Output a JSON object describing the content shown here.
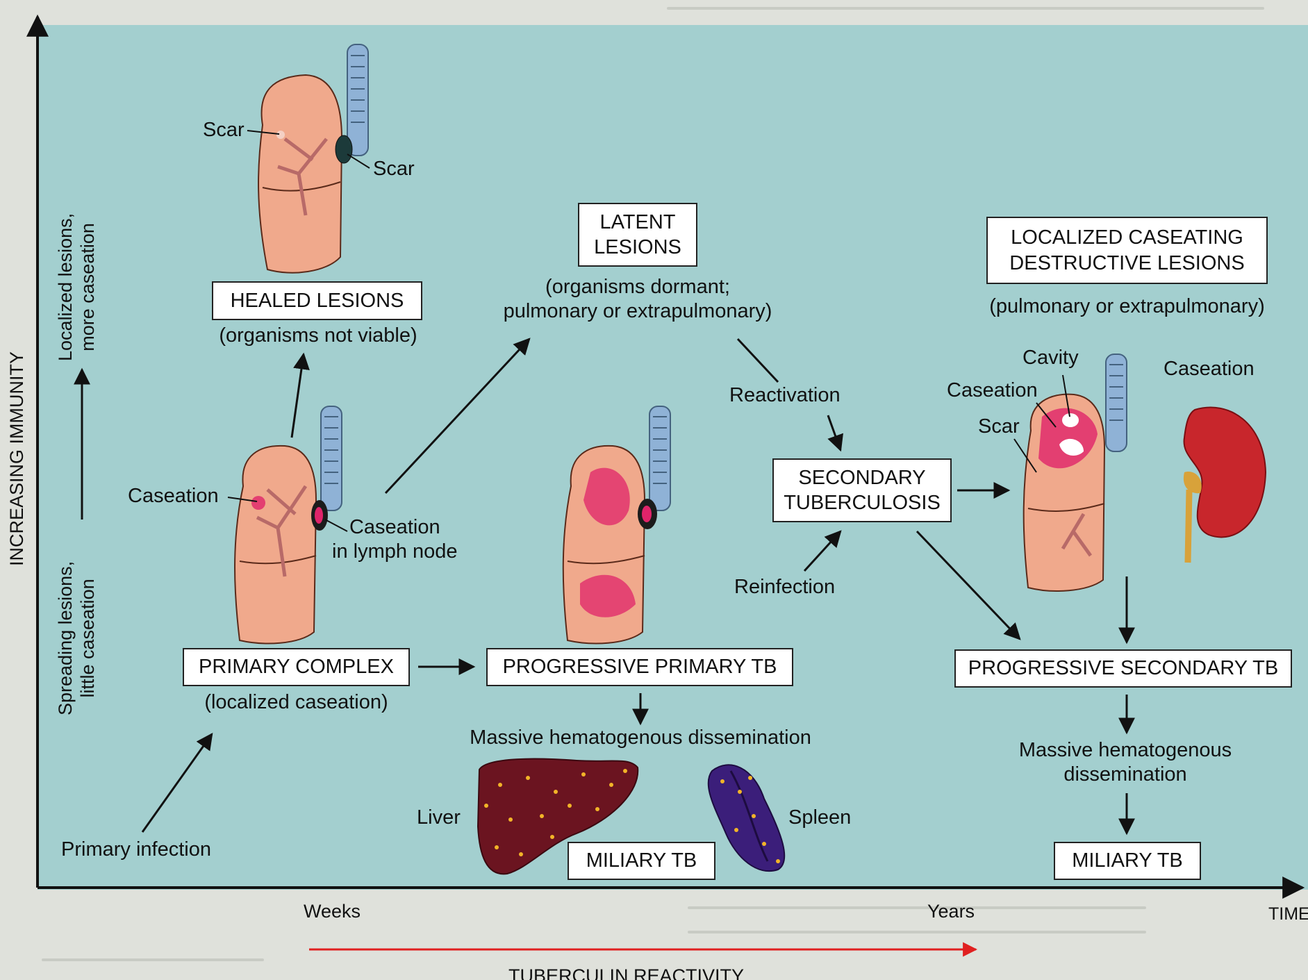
{
  "axes": {
    "y_label": "INCREASING IMMUNITY",
    "y_upper": [
      "Localized lesions,",
      "more caseation"
    ],
    "y_lower": [
      "Spreading lesions,",
      "little caseation"
    ],
    "x_label": "TIME",
    "x_tick_weeks": "Weeks",
    "x_tick_years": "Years",
    "tuberculin": "TUBERCULIN REACTIVITY"
  },
  "boxes": {
    "healed": "HEALED LESIONS",
    "latent_1": "LATENT",
    "latent_2": "LESIONS",
    "primary_complex": "PRIMARY COMPLEX",
    "progressive_primary": "PROGRESSIVE PRIMARY TB",
    "secondary_1": "SECONDARY",
    "secondary_2": "TUBERCULOSIS",
    "localized_1": "LOCALIZED CASEATING",
    "localized_2": "DESTRUCTIVE LESIONS",
    "progressive_secondary": "PROGRESSIVE SECONDARY TB",
    "miliary_left": "MILIARY TB",
    "miliary_right": "MILIARY TB"
  },
  "captions": {
    "healed_note": "(organisms not viable)",
    "latent_note_1": "(organisms dormant;",
    "latent_note_2": "pulmonary or extrapulmonary)",
    "primary_note": "(localized caseation)",
    "localized_note": "(pulmonary or extrapulmonary)",
    "massive_left": "Massive hematogenous dissemination",
    "massive_right_1": "Massive hematogenous",
    "massive_right_2": "dissemination",
    "reactivation": "Reactivation",
    "reinfection": "Reinfection",
    "primary_infection": "Primary infection"
  },
  "organ_labels": {
    "scar_lung": "Scar",
    "scar_node": "Scar",
    "caseation_primary": "Caseation",
    "caseation_node_1": "Caseation",
    "caseation_node_2": "in lymph node",
    "cavity": "Cavity",
    "caseation_secondary": "Caseation",
    "scar_secondary": "Scar",
    "caseation_kidney": "Caseation",
    "liver": "Liver",
    "spleen": "Spleen"
  },
  "colors": {
    "panel": "#a3cfcf",
    "lung": "#f0a98c",
    "lesion": "#e0246a",
    "trachea": "#8fb2d6",
    "liver": "#6b1420",
    "spleen": "#3b1e7a",
    "kidney": "#c8262c",
    "tuberculin_arrow": "#e02020"
  }
}
